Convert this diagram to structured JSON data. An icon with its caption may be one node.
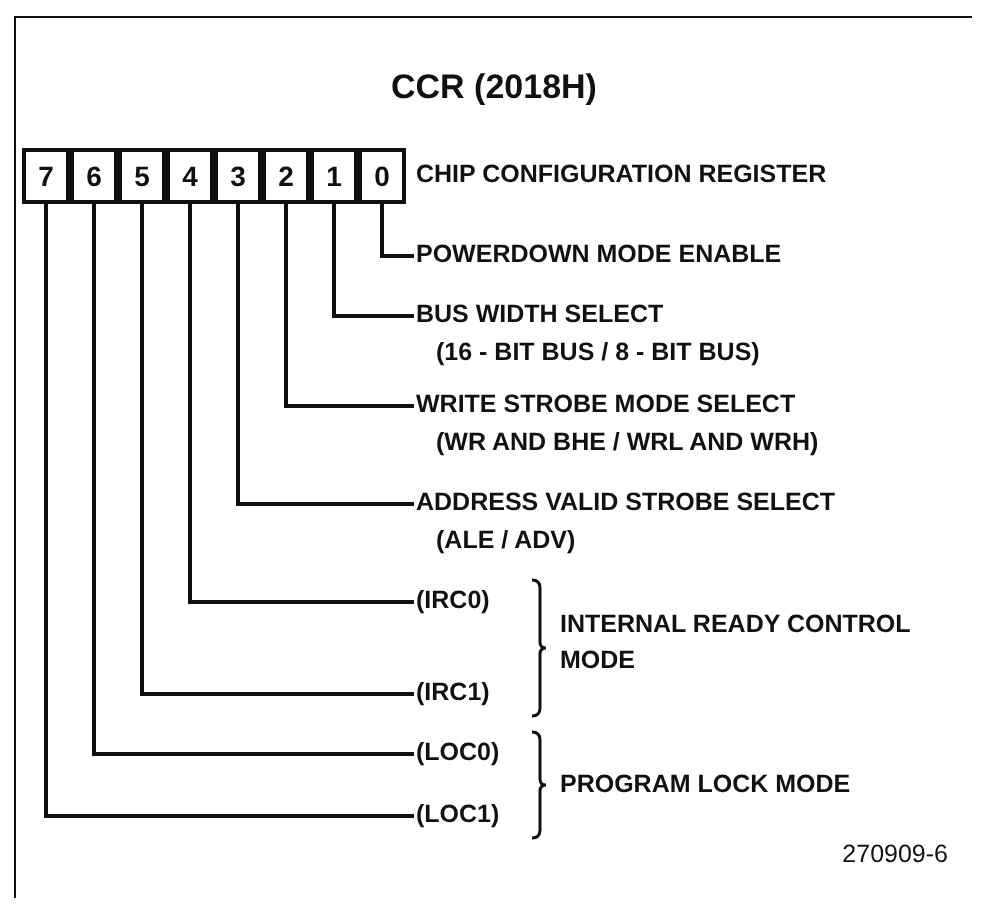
{
  "diagram": {
    "title": "CCR (2018H)",
    "caption": "270909-6",
    "nodes": [
      {
        "text": [
          "7"
        ]
      },
      {
        "text": [
          "6"
        ]
      },
      {
        "text": [
          "5"
        ]
      },
      {
        "text": [
          "4"
        ]
      },
      {
        "text": [
          "3"
        ]
      },
      {
        "text": [
          "2"
        ]
      },
      {
        "text": [
          "1"
        ]
      },
      {
        "text": [
          "0"
        ]
      },
      {
        "text": [
          "POWERDOWN MODE ENABLE"
        ]
      },
      {
        "text": [
          "BUS WIDTH SELECT",
          "(16 - BIT BUS / 8 - BIT BUS)"
        ]
      },
      {
        "text": [
          "WRITE STROBE MODE SELECT",
          "(WR AND BHE / WRL AND WRH)"
        ]
      },
      {
        "text": [
          "ADDRESS VALID STROBE SELECT",
          "(ALE / ADV)"
        ]
      },
      {
        "text": [
          "(IRC0)"
        ]
      },
      {
        "text": [
          "(IRC1)"
        ]
      },
      {
        "text": [
          "(LOC0)"
        ]
      },
      {
        "text": [
          "(LOC1)"
        ]
      }
    ],
    "edges": [
      {
        "from": 7,
        "to": 8,
        "arrow": "none"
      },
      {
        "from": 6,
        "to": 9,
        "arrow": "none"
      },
      {
        "from": 5,
        "to": 10,
        "arrow": "none"
      },
      {
        "from": 4,
        "to": 11,
        "arrow": "none"
      },
      {
        "from": 3,
        "to": 12,
        "arrow": "none"
      },
      {
        "from": 2,
        "to": 13,
        "arrow": "none"
      },
      {
        "from": 1,
        "to": 14,
        "arrow": "none"
      },
      {
        "from": 0,
        "to": 15,
        "arrow": "none"
      }
    ],
    "labels": [
      "CHIP CONFIGURATION REGISTER",
      "INTERNAL READY CONTROL MODE",
      "PROGRAM LOCK MODE"
    ]
  }
}
